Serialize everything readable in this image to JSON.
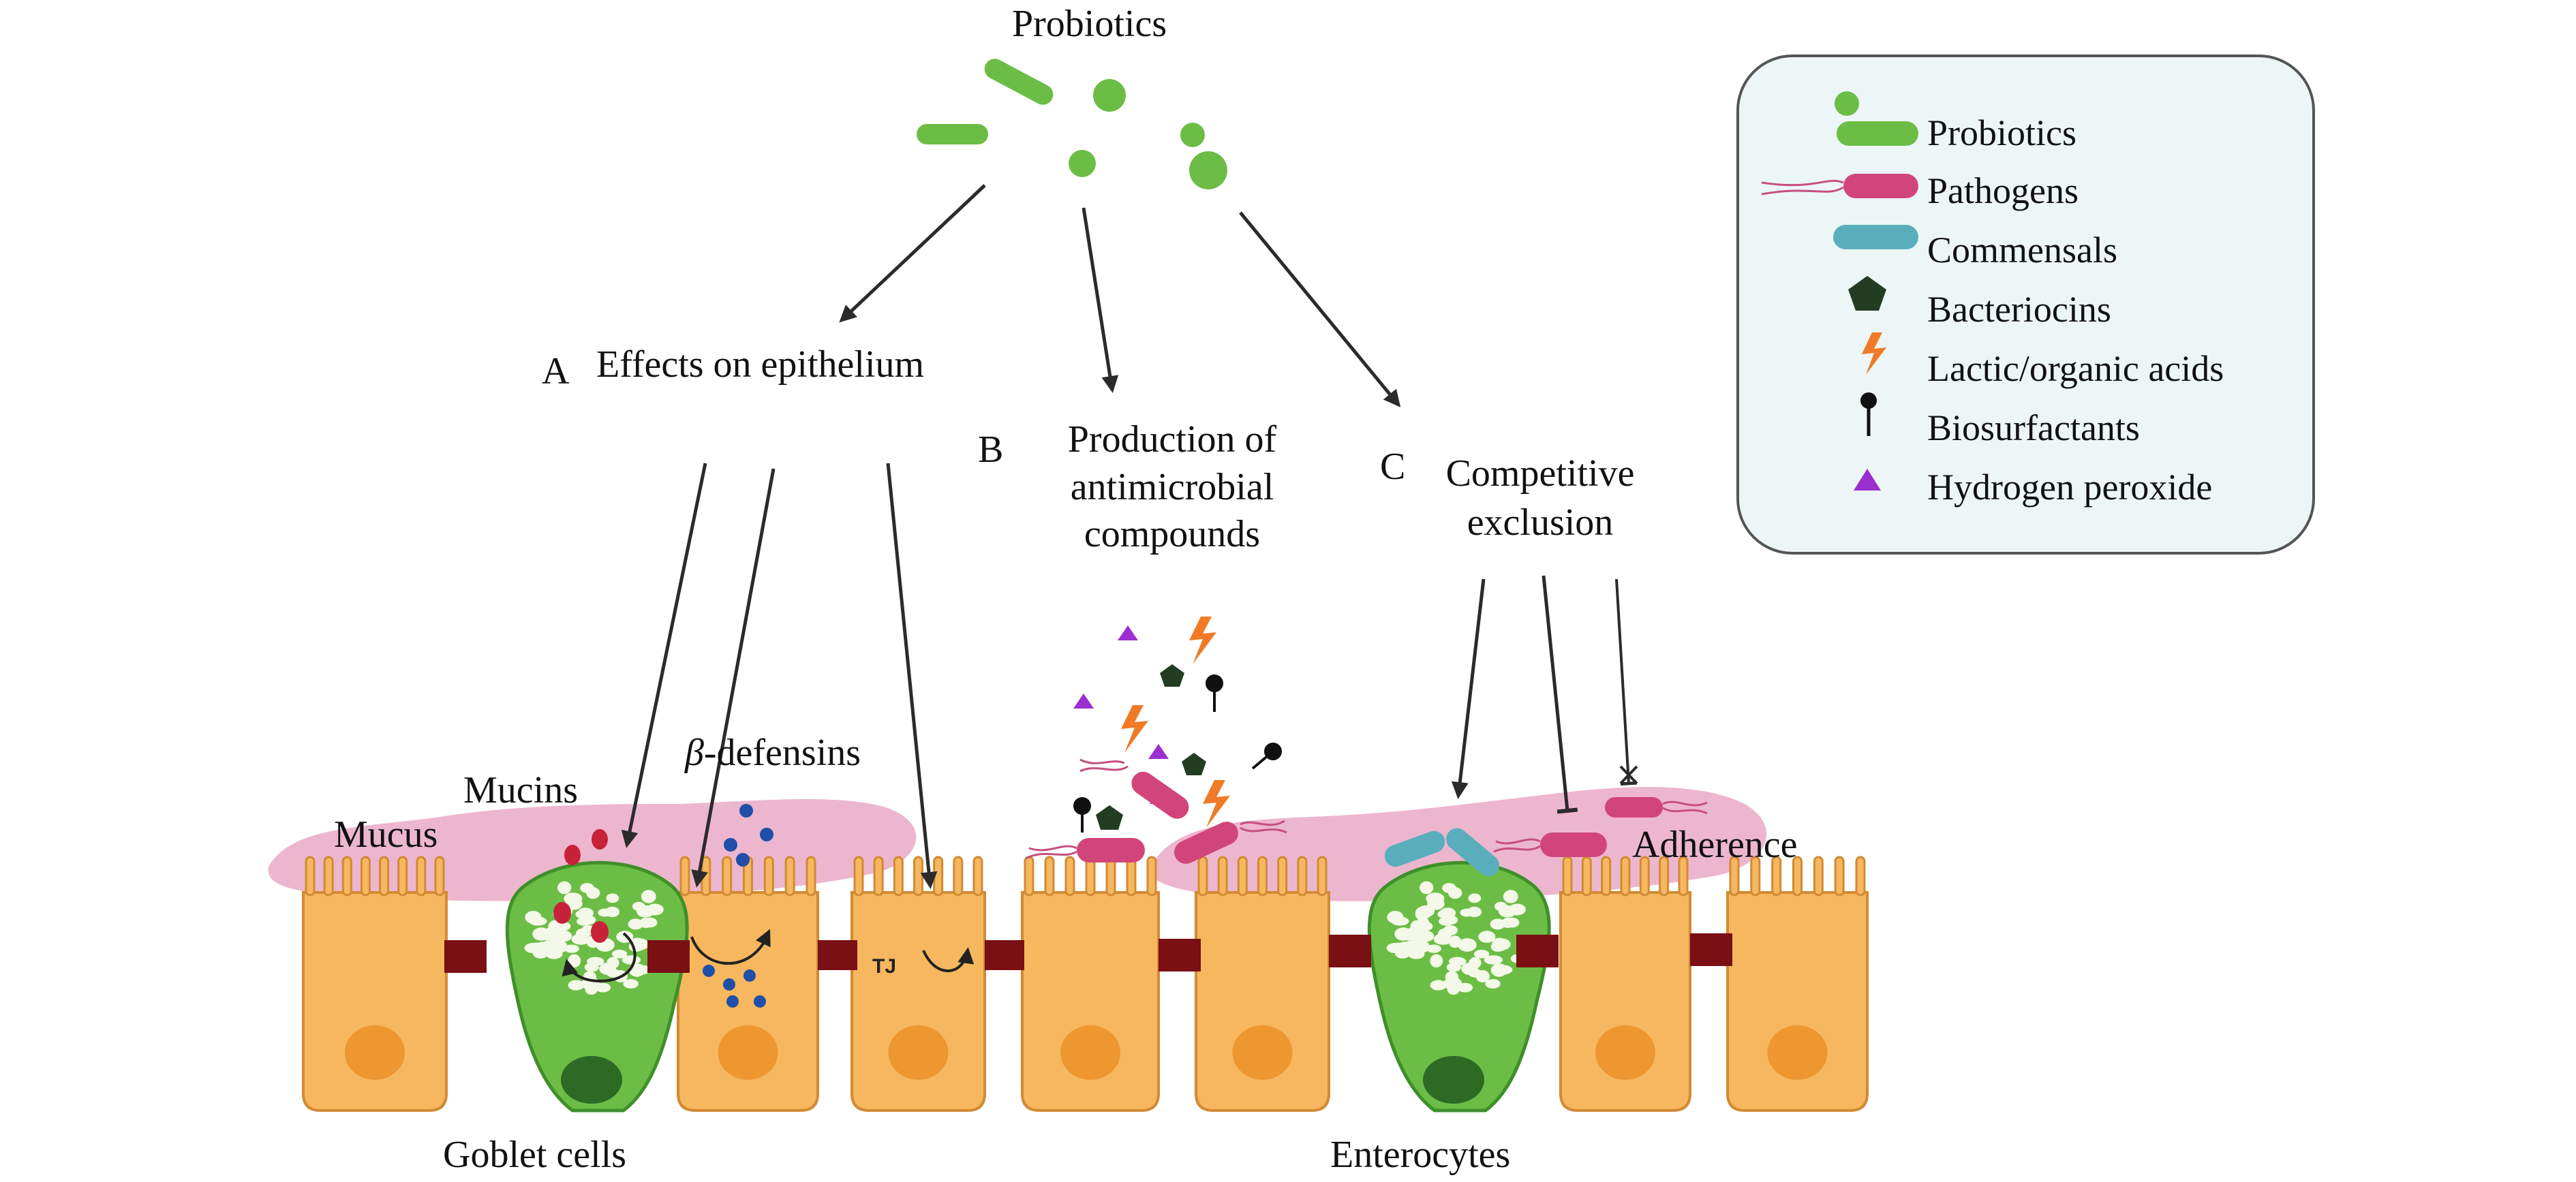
{
  "title": "Probiotics",
  "branches": {
    "a": {
      "letter": "A",
      "text": "Effects on epithelium"
    },
    "b": {
      "letter": "B",
      "line1": "Production of",
      "line2": "antimicrobial",
      "line3": "compounds"
    },
    "c": {
      "letter": "C",
      "line1": "Competitive",
      "line2": "exclusion"
    }
  },
  "labels": {
    "mucins": "Mucins",
    "defensins_beta": "β",
    "defensins_rest": "-defensins",
    "mucus": "Mucus",
    "tj": "TJ",
    "adherence": "Adherence",
    "goblet": "Goblet cells",
    "enterocytes": "Enterocytes"
  },
  "legend": {
    "items": [
      {
        "label": "Probiotics",
        "icon": "probiotic-icon",
        "color": "#6cbd45"
      },
      {
        "label": "Pathogens",
        "icon": "pathogen-icon",
        "color": "#d2457a"
      },
      {
        "label": "Commensals",
        "icon": "commensal-icon",
        "color": "#5aaebc"
      },
      {
        "label": "Bacteriocins",
        "icon": "pentagon-icon",
        "color": "#233d22"
      },
      {
        "label": "Lactic/organic acids",
        "icon": "bolt-icon",
        "color": "#f07a25"
      },
      {
        "label": "Biosurfactants",
        "icon": "pin-icon",
        "color": "#111111"
      },
      {
        "label": "Hydrogen peroxide",
        "icon": "triangle-icon",
        "color": "#9b2fd0"
      }
    ]
  },
  "colors": {
    "cell": "#f6b75e",
    "cell_border": "#d28a35",
    "nucleus": "#ee9630",
    "goblet": "#6cbd45",
    "goblet_nucleus": "#2d6a24",
    "mucus": "#edb6cf",
    "tight_junction": "#7a0f14",
    "probiotic": "#6cbd45",
    "pathogen": "#d2457a",
    "commensal": "#5aaebc",
    "legend_bg": "#edf6f6"
  }
}
